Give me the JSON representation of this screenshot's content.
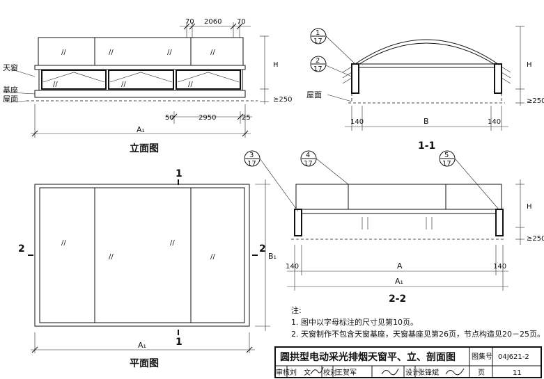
{
  "elevation": {
    "title": "立面图",
    "label_skylight": "天窗",
    "label_base": "基座",
    "label_roof": "屋面",
    "dim_top_left": "70",
    "dim_top_mid": "2060",
    "dim_top_right": "70",
    "dim_bot_a": "50",
    "dim_bot_b": "2950",
    "dim_bot_c": "25",
    "dim_total": "A₁"
  },
  "section11": {
    "title": "1-1",
    "label_roof": "屋面",
    "callout1_num": "1",
    "callout1_den": "17",
    "callout2_num": "2",
    "callout2_den": "17",
    "dim_h": "H",
    "dim_base": "≥250",
    "dim_left": "140",
    "dim_mid": "B",
    "dim_right": "140"
  },
  "section22": {
    "title": "2-2",
    "callout3_num": "3",
    "callout3_den": "17",
    "callout4_num": "4",
    "callout4_den": "17",
    "callout5_num": "5",
    "callout5_den": "17",
    "dim_h": "H",
    "dim_base": "≥250",
    "dim_left": "140",
    "dim_mid": "A",
    "dim_right": "140",
    "dim_total": "A₁"
  },
  "plan": {
    "title": "平面图",
    "cut_top": "1",
    "cut_bottom": "1",
    "cut_left": "2",
    "cut_right": "2",
    "dim_side": "B₁",
    "dim_total": "A₁"
  },
  "notes": {
    "heading": "注:",
    "n1": "1. 图中以字母标注的尺寸见第10页。",
    "n2": "2. 天窗制作不包含天窗基座，天窗基座见第26页，节点构造见20－25页。"
  },
  "titleblock": {
    "title": "圆拱型电动采光排烟天窗平、立、剖面图",
    "atlas_label": "图集号",
    "atlas_no": "04J621-2",
    "review": "审核",
    "review_name": "刘　文",
    "check": "校对",
    "check_name": "王贺军",
    "design": "设计",
    "design_name": "张锋斌",
    "page_label": "页",
    "page_no": "11"
  }
}
